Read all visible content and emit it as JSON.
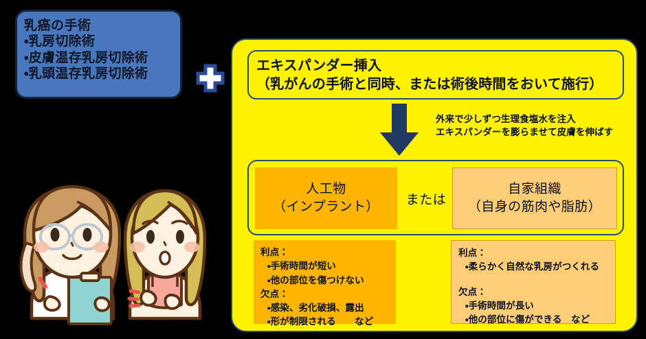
{
  "surgery_box": {
    "title": "乳癌の手術",
    "items": [
      "・乳房切除術",
      "・皮膚温存乳房切除術",
      "・乳頭温存乳房切除術"
    ],
    "fill_color": "#4877BE",
    "border_color": "#17233E"
  },
  "plus_symbol": {
    "label": "+",
    "fill_color": "#FFFFFF",
    "border_color": "#2B4A9C"
  },
  "main_panel": {
    "fill_color": "#FFF200",
    "border_color": "#2B4A78",
    "expander": {
      "line1": "エキスパンダー挿入",
      "line2": "（乳がんの手術と同時、または術後時間をおいて施行）"
    },
    "arrow": {
      "name": "down-arrow",
      "color": "#1F3864",
      "note_line1": "外来で少しずつ生理食塩水を注入",
      "note_line2": "エキスパンダーを膨らませて皮膚を伸ばす"
    },
    "options": {
      "or_label": "または",
      "implant": {
        "line1": "人工物",
        "line2": "（インプラント）",
        "fill_color": "#FFB400"
      },
      "autologous": {
        "line1": "自家組織",
        "line2": "（自身の筋肉や脂肪）",
        "fill_color": "#FFCC77"
      }
    },
    "pros_cons_implant": {
      "pros_head": "利点：",
      "pros_items": [
        "・手術時間が短い",
        "・他の部位を傷つけない"
      ],
      "cons_head": "欠点：",
      "cons_items": [
        "・感染、劣化破損、露出",
        "・形が制限される　　など"
      ],
      "fill_color": "#FFB400"
    },
    "pros_cons_autologous": {
      "pros_head": "利点：",
      "pros_items": [
        "・柔らかく自然な乳房がつくれる"
      ],
      "cons_head": "欠点：",
      "cons_items": [
        "・手術時間が長い",
        "・他の部位に傷ができる　など"
      ],
      "fill_color": "#FFCC77"
    }
  },
  "illustration": {
    "name": "doctor-and-patient-illustration",
    "doctor": {
      "name": "female-doctor-with-clipboard",
      "hair_color": "#C99A62",
      "coat_color": "#FFFFFF",
      "clipboard_color": "#8FD4D0"
    },
    "patient": {
      "name": "worried-female-patient",
      "hair_color": "#D6BE56",
      "top_color": "#F5A89B"
    },
    "skin_color": "#FDF2E0",
    "outline_color": "#5C3317"
  }
}
